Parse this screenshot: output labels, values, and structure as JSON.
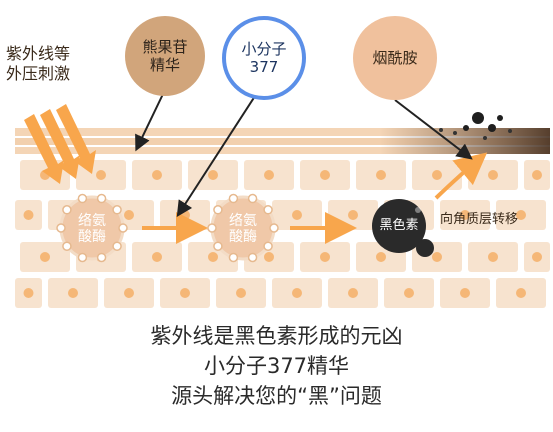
{
  "labels": {
    "uv_source": "紫外线等\n外压刺激",
    "bear_fruit": "熊果苷\n精华",
    "small_molecule": "小分子\n377",
    "niacinamide": "烟酰胺",
    "tyrosinase_1": "络氨\n酸酶",
    "tyrosinase_2": "络氨\n酸酶",
    "melanin": "黑色素",
    "to_stratum": "向角质层转移"
  },
  "captions": {
    "line1": "紫外线是黑色素形成的元凶",
    "line2": "小分子377精华",
    "line3": "源头解决您的“黑”问题"
  },
  "colors": {
    "skin": "#f7e3cf",
    "dot": "#f5b777",
    "arrow": "#f8a64c",
    "bear_fruit": "#d1a57b",
    "small_molecule": "#5b8fe8",
    "niacinamide": "#f0c19d",
    "melanin": "#222222"
  }
}
